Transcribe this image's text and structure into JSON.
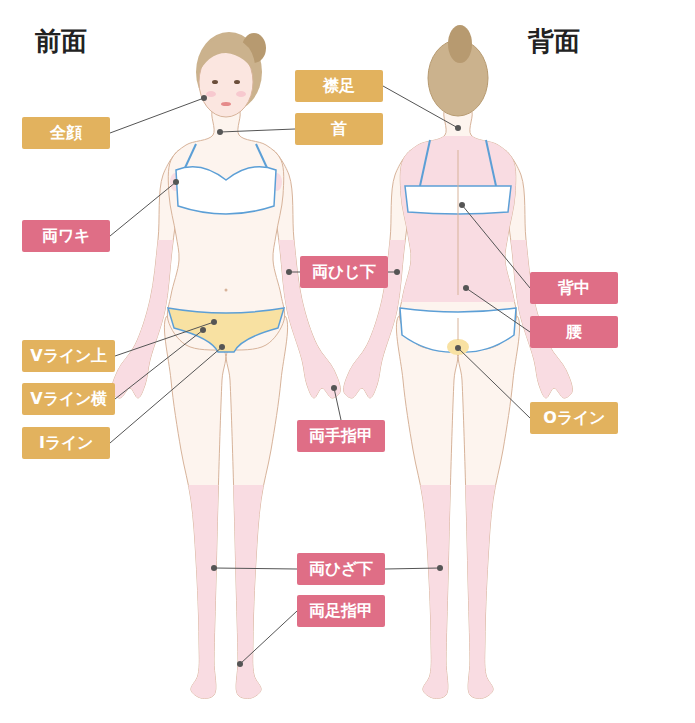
{
  "diagram": {
    "nodes": [
      {
        "text": [
          "襟足"
        ]
      },
      {
        "text": [
          "全顔"
        ]
      },
      {
        "text": [
          "首"
        ]
      },
      {
        "text": [
          "両ワキ"
        ]
      },
      {
        "text": [
          "両ひじ下"
        ]
      },
      {
        "text": [
          "背中"
        ]
      },
      {
        "text": [
          "腰"
        ]
      },
      {
        "text": [
          "Vライン上"
        ]
      },
      {
        "text": [
          "Vライン横"
        ]
      },
      {
        "text": [
          "Oライン"
        ]
      },
      {
        "text": [
          "Iライン"
        ]
      },
      {
        "text": [
          "両手指甲"
        ]
      },
      {
        "text": [
          "両ひざ下"
        ]
      },
      {
        "text": [
          "両足指甲"
        ]
      }
    ],
    "labels": [
      "前面",
      "背面"
    ]
  }
}
